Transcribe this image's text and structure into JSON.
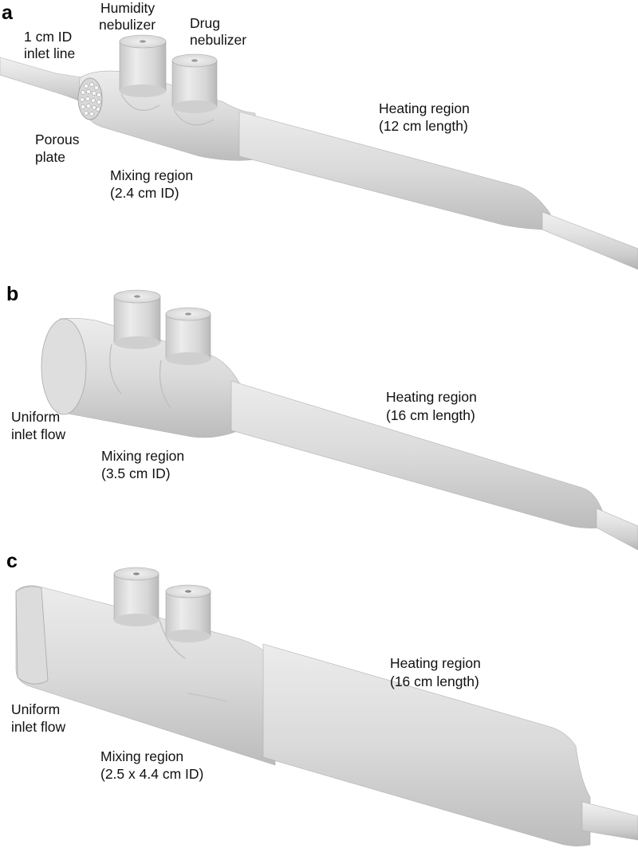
{
  "panels": [
    {
      "letter": "a",
      "labels": {
        "inlet_line": [
          "1 cm ID",
          "inlet line"
        ],
        "humidity_nebulizer": [
          "Humidity",
          "nebulizer"
        ],
        "drug_nebulizer": [
          "Drug",
          "nebulizer"
        ],
        "porous_plate": [
          "Porous",
          "plate"
        ],
        "mixing_region": [
          "Mixing region",
          "(2.4 cm ID)"
        ],
        "heating_region": [
          "Heating region",
          "(12 cm length)"
        ]
      }
    },
    {
      "letter": "b",
      "labels": {
        "inlet_flow": [
          "Uniform",
          "inlet flow"
        ],
        "mixing_region": [
          "Mixing region",
          "(3.5 cm ID)"
        ],
        "heating_region": [
          "Heating region",
          "(16 cm length)"
        ]
      }
    },
    {
      "letter": "c",
      "labels": {
        "inlet_flow": [
          "Uniform",
          "inlet flow"
        ],
        "mixing_region": [
          "Mixing region",
          "(2.5 x 4.4 cm ID)"
        ],
        "heating_region": [
          "Heating region",
          "(16 cm length)"
        ]
      }
    }
  ],
  "colors": {
    "body_light": "#e4e4e4",
    "body_mid": "#cfcfcf",
    "body_dark": "#a9a9a9",
    "edge": "#9a9a9a",
    "text": "#111111"
  }
}
